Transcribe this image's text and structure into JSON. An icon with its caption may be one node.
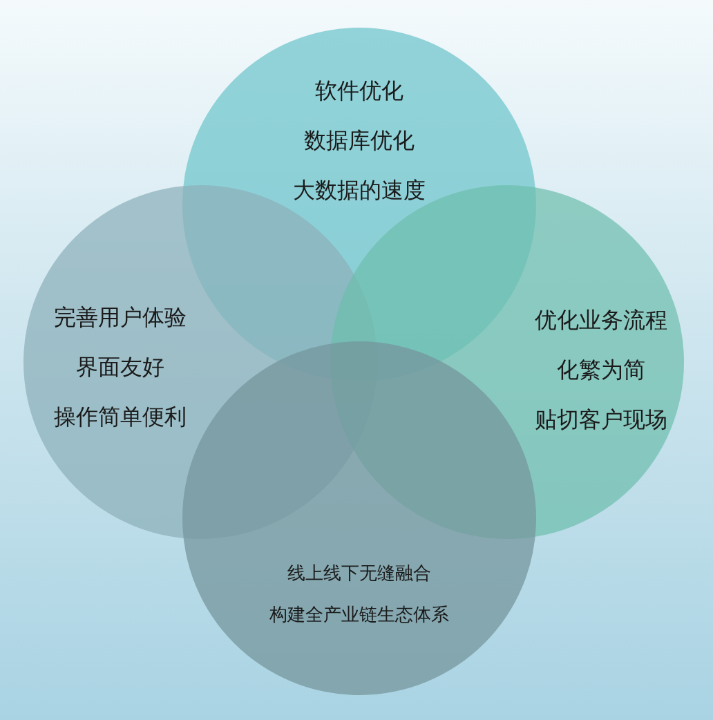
{
  "diagram": {
    "nodes": [
      {
        "text": [
          "软件优化",
          "数据库优化",
          "大数据的速度"
        ]
      },
      {
        "text": [
          "完善用户体验",
          "界面友好",
          "操作简单便利"
        ]
      },
      {
        "text": [
          "优化业务流程",
          "化繁为简",
          "贴切客户现场"
        ]
      },
      {
        "text": [
          "线上线下无缝融合",
          "构建全产业链生态体系"
        ]
      }
    ],
    "edges": []
  }
}
